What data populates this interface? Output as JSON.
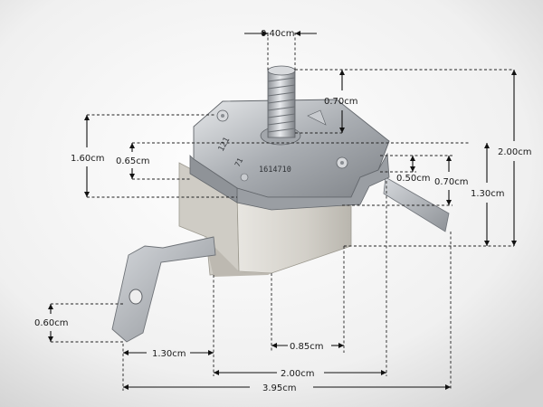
{
  "colors": {
    "background_light": "#ffffff",
    "background_dark": "#d8d8d8",
    "ceramic": "#d9d6cf",
    "metal": "#b9bcc0",
    "line": "#222222"
  },
  "dimensions": {
    "top_width": "0.40cm",
    "stud_height": "0.70cm",
    "left_height": "1.60cm",
    "inner_height": "0.65cm",
    "total_height": "2.00cm",
    "tab_gap": "0.50cm",
    "tab_height": "0.70cm",
    "body_height": "1.30cm",
    "terminal_height": "0.60cm",
    "terminal_width": "1.30cm",
    "center_width": "0.85cm",
    "body_width": "2.00cm",
    "total_width": "3.95cm"
  },
  "part_markings": {
    "line1": "121",
    "line2": "1614710",
    "line3": "71"
  }
}
